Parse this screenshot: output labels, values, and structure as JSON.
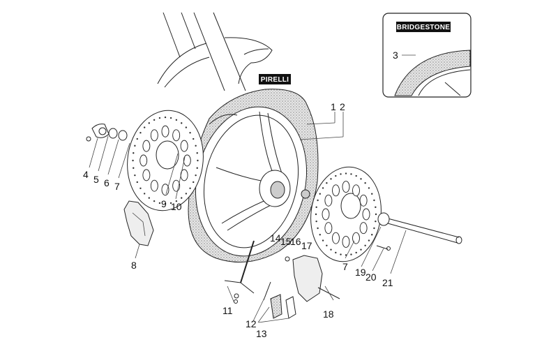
{
  "diagram": {
    "title": "Front wheel exploded parts diagram",
    "brands": {
      "main_tire": "PIRELLI",
      "inset_tire": "BRIDGESTONE"
    },
    "callouts": [
      {
        "id": "1",
        "label": "1"
      },
      {
        "id": "2",
        "label": "2"
      },
      {
        "id": "3",
        "label": "3"
      },
      {
        "id": "4",
        "label": "4"
      },
      {
        "id": "5",
        "label": "5"
      },
      {
        "id": "6",
        "label": "6"
      },
      {
        "id": "7a",
        "label": "7"
      },
      {
        "id": "7b",
        "label": "7"
      },
      {
        "id": "8",
        "label": "8"
      },
      {
        "id": "9",
        "label": "9"
      },
      {
        "id": "10",
        "label": "10"
      },
      {
        "id": "11",
        "label": "11"
      },
      {
        "id": "12",
        "label": "12"
      },
      {
        "id": "13",
        "label": "13"
      },
      {
        "id": "14",
        "label": "14"
      },
      {
        "id": "15",
        "label": "15"
      },
      {
        "id": "16",
        "label": "16"
      },
      {
        "id": "17",
        "label": "17"
      },
      {
        "id": "18",
        "label": "18"
      },
      {
        "id": "19",
        "label": "19"
      },
      {
        "id": "20",
        "label": "20"
      },
      {
        "id": "21",
        "label": "21"
      }
    ]
  }
}
